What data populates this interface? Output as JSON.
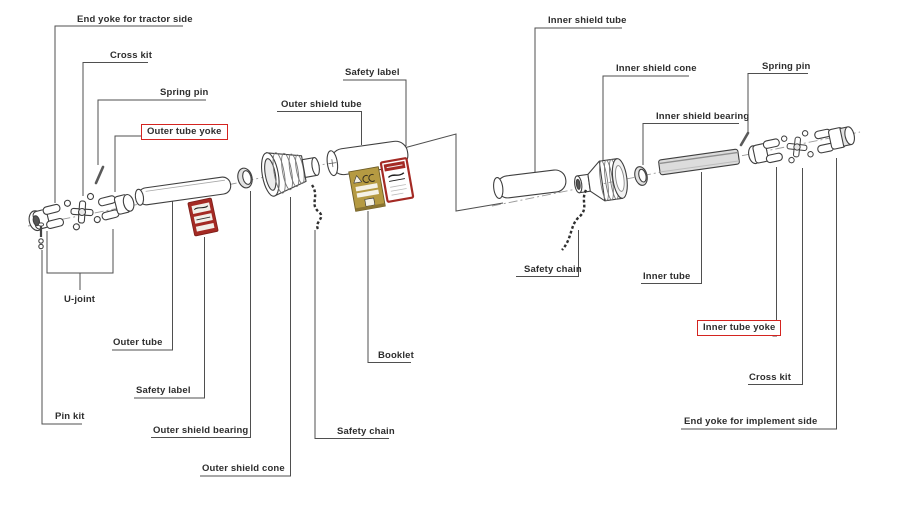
{
  "diagram": {
    "type": "exploded-parts-diagram",
    "subject": "PTO drive shaft assembly",
    "colors": {
      "background": "#ffffff",
      "leader_line": "#4f4f4f",
      "part_outline": "#3f3f3f",
      "text": "#2e2e2e",
      "highlight_box": "#d42420",
      "safety_label_red": "#a42a24",
      "booklet_gold": "#b59a42"
    },
    "labels": {
      "end_yoke_tractor_side": "End yoke for tractor side",
      "cross_kit_left": "Cross kit",
      "spring_pin_left": "Spring pin",
      "outer_tube_yoke": "Outer tube yoke",
      "outer_shield_tube": "Outer shield tube",
      "safety_label_top": "Safety label",
      "inner_shield_tube": "Inner shield tube",
      "inner_shield_cone": "Inner shield cone",
      "spring_pin_right": "Spring pin",
      "inner_shield_bearing": "Inner shield bearing",
      "u_joint": "U-joint",
      "outer_tube": "Outer tube",
      "safety_label_bottom": "Safety label",
      "pin_kit": "Pin kit",
      "outer_shield_bearing": "Outer shield bearing",
      "outer_shield_cone": "Outer shield cone",
      "safety_chain_left": "Safety chain",
      "booklet": "Booklet",
      "safety_chain_right": "Safety chain",
      "inner_tube": "Inner tube",
      "inner_tube_yoke": "Inner tube yoke",
      "cross_kit_right": "Cross kit",
      "end_yoke_implement_side": "End yoke for implement side"
    },
    "highlighted_labels": [
      "Outer tube yoke",
      "Inner tube yoke"
    ]
  }
}
